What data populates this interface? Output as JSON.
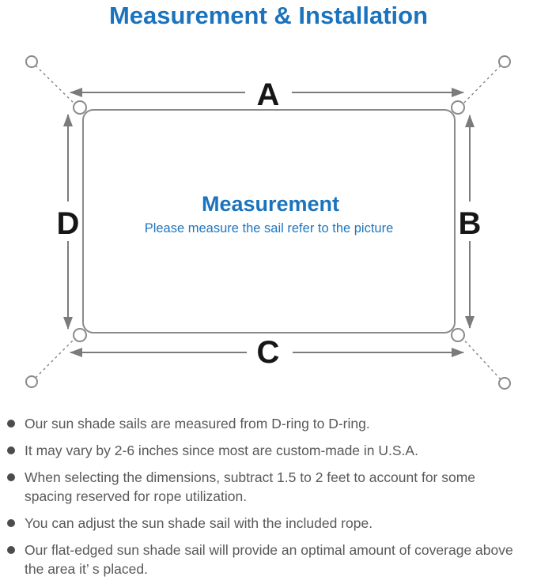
{
  "title": "Measurement & Installation",
  "colors": {
    "accent_blue": "#1b73bd",
    "line_gray": "#8a8a8a",
    "arrow_gray": "#7b7b7b",
    "note_text_gray": "#58595b",
    "label_black": "#161616"
  },
  "diagram": {
    "labels": {
      "top": "A",
      "right": "B",
      "bottom": "C",
      "left": "D"
    },
    "center_title": "Measurement",
    "center_subtitle": "Please measure the sail refer to the picture",
    "icons": [
      "anchor-point-circle",
      "dashed-connector-line",
      "d-ring",
      "sail-outline",
      "dimension-arrow"
    ]
  },
  "notes": [
    "Our sun shade sails are measured from D-ring to D-ring.",
    "It may vary by 2-6 inches since most are custom-made in U.S.A.",
    "When selecting the dimensions, subtract 1.5 to 2 feet to account for some spacing reserved for rope utilization.",
    "You can adjust the sun shade sail with the included rope.",
    "Our flat-edged sun shade sail will provide an optimal amount of coverage above the area it’ s placed."
  ]
}
